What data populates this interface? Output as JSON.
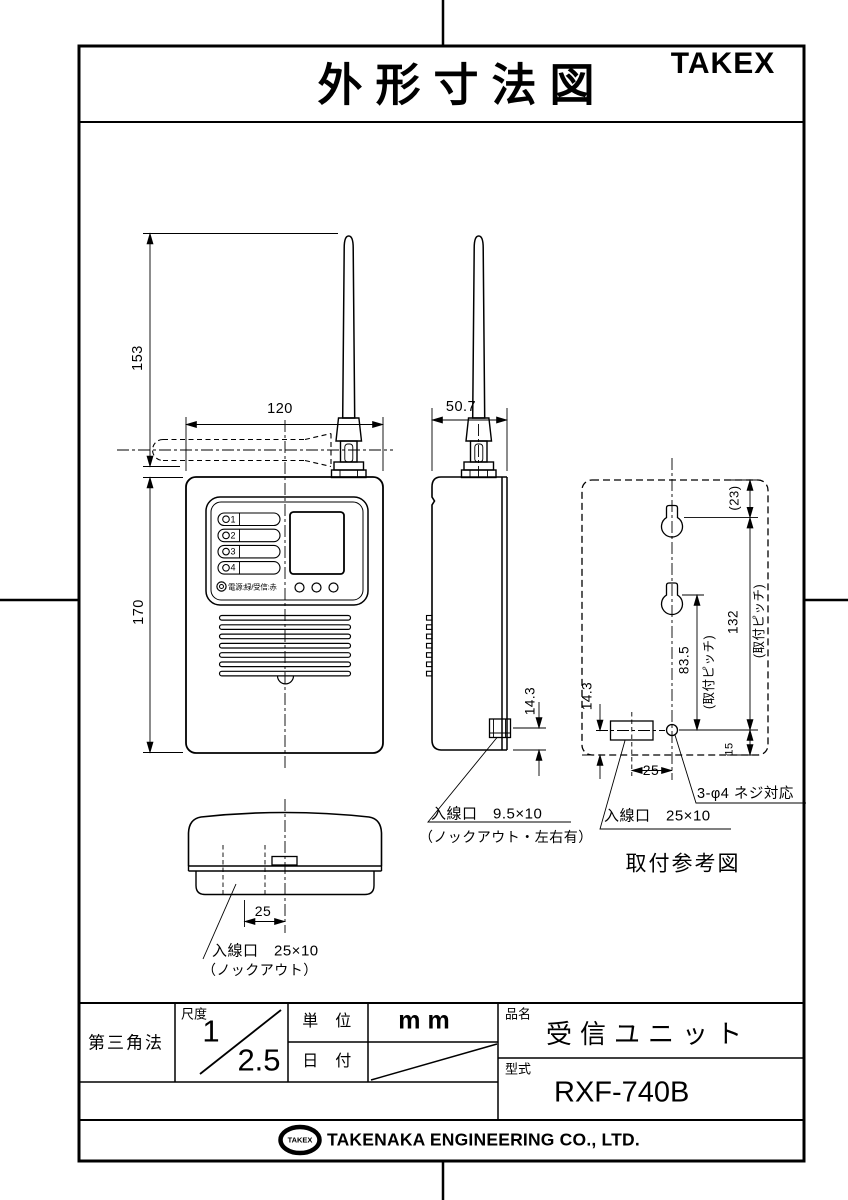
{
  "doc": {
    "title": "外形寸法図",
    "brand": "TAKEX"
  },
  "front_view": {
    "dim_antenna_length": "153",
    "dim_width": "120",
    "dim_height": "170",
    "led_labels": [
      "1",
      "2",
      "3",
      "4"
    ],
    "power_led_label": "電源:緑/受信:赤"
  },
  "side_view": {
    "dim_depth": "50.7",
    "dim_inlet_height": "14.3",
    "inlet_note_line1": "入線口　9.5×10",
    "inlet_note_line2": "（ノックアウト・左右有）"
  },
  "bottom_view": {
    "dim_inlet_offset": "25",
    "inlet_note_line1": "入線口　25×10",
    "inlet_note_line2": "（ノックアウト）"
  },
  "mount_view": {
    "caption": "取付参考図",
    "dim_top_margin": "(23)",
    "dim_pitch_full": "132",
    "dim_pitch_full_label": "(取付ピッチ)",
    "dim_pitch_lower": "83.5",
    "dim_pitch_lower_label": "(取付ピッチ)",
    "dim_bottom_margin": "15",
    "dim_inlet_height": "14.3",
    "dim_inlet_offset": "25",
    "screw_note": "3-φ4 ネジ対応",
    "inlet_note": "入線口　25×10"
  },
  "title_block": {
    "projection": "第三角法",
    "scale_label": "尺度",
    "scale_numerator": "1",
    "scale_denominator": "2.5",
    "unit_label": "単　位",
    "unit_value": "mm",
    "date_label": "日　付",
    "product_label": "品名",
    "product_name": "受信ユニット",
    "model_label": "型式",
    "model_value": "RXF-740B"
  },
  "footer": {
    "logo": "TAKEX",
    "company": "TAKENAKA ENGINEERING CO., LTD."
  }
}
